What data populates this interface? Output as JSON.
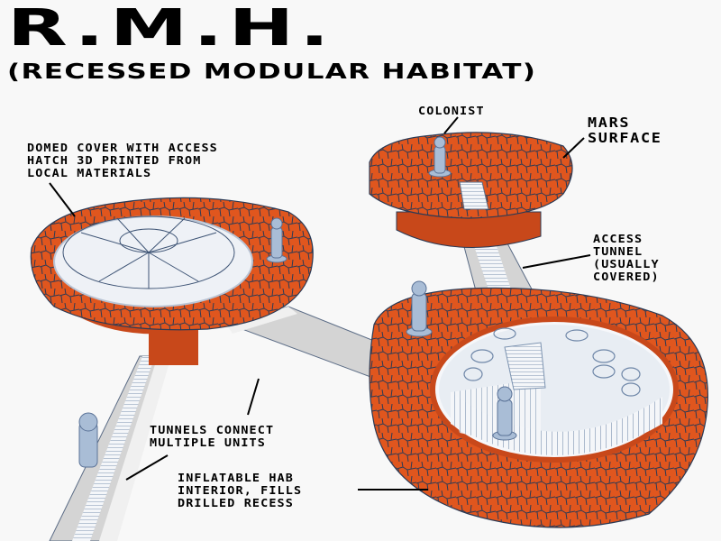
{
  "header": {
    "title": "R.M.H.",
    "subtitle": "(RECESSED MODULAR HABITAT)"
  },
  "labels": {
    "domed_cover": "DOMED COVER WITH ACCESS\nHATCH 3D PRINTED FROM\nLOCAL MATERIALS",
    "colonist": "COLONIST",
    "mars_surface": "MARS\nSURFACE",
    "access_tunnel": "ACCESS\nTUNNEL\n(USUALLY\nCOVERED)",
    "tunnels_connect": "TUNNELS CONNECT\nMULTIPLE UNITS",
    "inflatable_hab": "INFLATABLE HAB\nINTERIOR, FILLS\nDRILLED RECESS"
  },
  "colors": {
    "background": "#f8f8f8",
    "mars_orange": "#e0561e",
    "mars_dark": "#c8481a",
    "stone_line": "#2b3a55",
    "tunnel_grey": "#d4d4d4",
    "tunnel_light": "#f0f0f0",
    "figure_blue": "#a9bdd6",
    "text": "#000000"
  }
}
